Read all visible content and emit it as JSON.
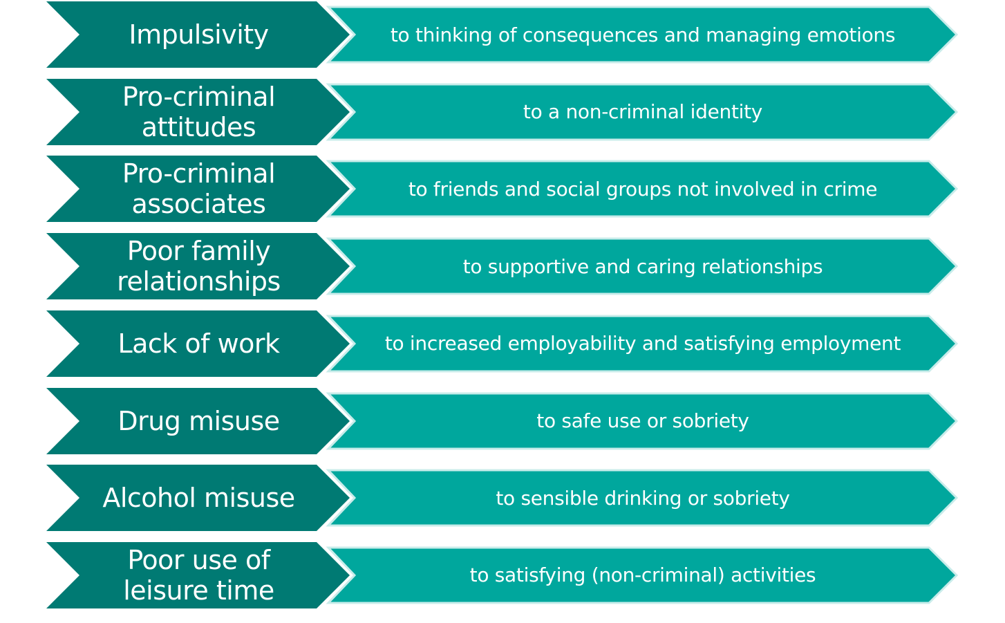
{
  "colors": {
    "factor_fill": "#007a73",
    "outcome_fill": "#00a79d",
    "outcome_border": "#c8ecea",
    "text": "#ffffff"
  },
  "rows": [
    {
      "factor": "Impulsivity",
      "outcome": "to thinking of consequences and managing emotions"
    },
    {
      "factor": "Pro-criminal attitudes",
      "outcome": "to a non-criminal identity"
    },
    {
      "factor": "Pro-criminal associates",
      "outcome": "to friends and social groups not involved in crime"
    },
    {
      "factor": "Poor family relationships",
      "outcome": "to supportive and caring relationships"
    },
    {
      "factor": "Lack of work",
      "outcome": "to increased employability and satisfying employment"
    },
    {
      "factor": "Drug misuse",
      "outcome": "to safe use or sobriety"
    },
    {
      "factor": "Alcohol misuse",
      "outcome": "to sensible drinking or sobriety"
    },
    {
      "factor": "Poor use of leisure time",
      "outcome": "to satisfying (non-criminal) activities"
    }
  ]
}
